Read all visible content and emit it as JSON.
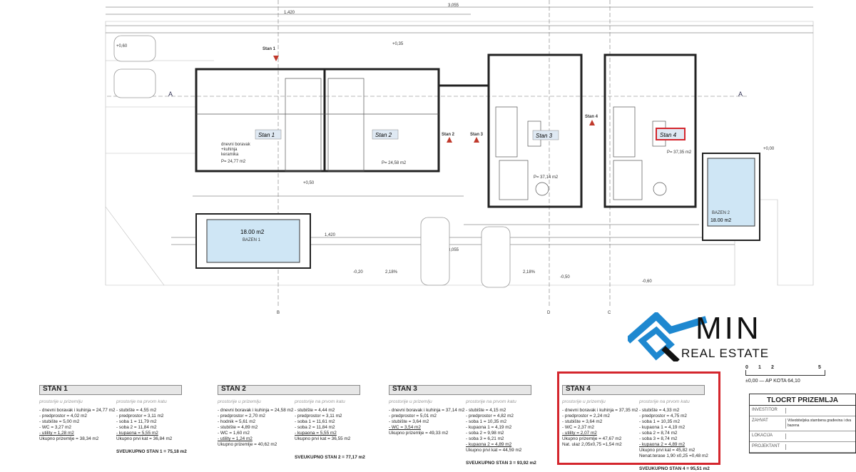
{
  "plan": {
    "dims_top": [
      "3,055",
      "1,420"
    ],
    "dims_bottom": [
      "1,420",
      "3,055"
    ],
    "units": [
      {
        "label": "Stan 1",
        "area": "P= 24,77 m2"
      },
      {
        "label": "Stan 2",
        "area": "P= 24,58 m2"
      },
      {
        "label": "Stan 3",
        "area": "P= 37,14 m2"
      },
      {
        "label": "Stan 4",
        "area": "P= 37,35 m2"
      }
    ],
    "room_desc": [
      "dnevni boravak",
      "+kuhinja",
      "keramika"
    ],
    "entry_labels": [
      "Stan 1",
      "Stan 2",
      "Stan 3",
      "Stan 4"
    ],
    "pools": [
      {
        "area": "18.00 m2",
        "name": "BAZEN 1"
      },
      {
        "area": "18.00 m2",
        "name": "BAZEN 2"
      }
    ],
    "section_marks": [
      "A",
      "A"
    ],
    "axis_marks": [
      "B",
      "D",
      "C"
    ],
    "slopes": [
      "2,18%",
      "2,18%"
    ],
    "levels": [
      "+0,60",
      "+0,35",
      "+0,50",
      "-0,20",
      "-0,50",
      "-0,60",
      "+0,00"
    ]
  },
  "tables": [
    {
      "title": "STAN 1",
      "ground_label": "prostorije u prizemlju",
      "first_label": "prostorije na prvom katu",
      "ground": [
        "- dnevni boravak i kuhinja = 24,77 m2",
        "- predprostor = 4,02 m2",
        "- stubište = 5,00 m2",
        "- WC  = 3,27 m2",
        "- utility  = 1,28 m2"
      ],
      "ground_total": "Ukupno prizemlje  = 38,34 m2",
      "ground_extra": "",
      "first": [
        "- stubište = 4,55 m2",
        "- predprostor  = 3,11 m2",
        "- soba 1 = 11,79 m2",
        "- soba 2 = 11,84 m2",
        "- kupaona  = 5,55 m2"
      ],
      "first_total": "Ukupno prvi kat = 36,84 m2",
      "first_extra": "",
      "grand": "SVEUKUPNO STAN 1 = 75,18 m2"
    },
    {
      "title": "STAN 2",
      "ground_label": "prostorije u prizemlju",
      "first_label": "prostorije na prvom katu",
      "ground": [
        "- dnevni boravak i kuhinja = 24,58 m2",
        "- predprostor = 2,70 m2",
        "- hodnik = 5,61 m2",
        "- stubište = 4,89 m2",
        "- WC  = 1,60 m2",
        "- utility  = 1,24 m2"
      ],
      "ground_total": "Ukupno prizemlje  = 40,62 m2",
      "ground_extra": "",
      "first": [
        "- stubište = 4,44 m2",
        "- predprostor  = 3,11 m2",
        "- soba 1 = 11,61 m2",
        "- soba 2 = 11,84 m2",
        "- kupaona  = 5,55 m2"
      ],
      "first_total": "Ukupno prvi kat = 36,55 m2",
      "first_extra": "",
      "grand": "SVEUKUPNO STAN 2 = 77,17 m2"
    },
    {
      "title": "STAN 3",
      "ground_label": "prostorije u prizemlju",
      "first_label": "prostorije na prvom katu",
      "ground": [
        "- dnevni boravak i kuhinja = 37,14 m2",
        "- predprostor = 5,01 m2",
        "- stubište = 3,64 m2",
        "- WC = 3,54 m2"
      ],
      "ground_total": "Ukupno prizemlje  = 49,33 m2",
      "ground_extra": "",
      "first": [
        "- stubište = 4,15 m2",
        "- predprostor  = 4,82 m2",
        "- soba 1 = 10,35 m2",
        "- kupaona 1 = 4,19 m2",
        "- soba 2 = 9,98 m2",
        "- soba 3 = 6,21 m2",
        "- kupaona 2 = 4,89 m2"
      ],
      "first_total": "Ukupno prvi kat = 44,59 m2",
      "first_extra": "",
      "grand": "SVEUKUPNO STAN 3 = 93,92 m2"
    },
    {
      "title": "STAN 4",
      "ground_label": "prostorije u prizemlju",
      "first_label": "prostorije na prvom katu",
      "ground": [
        "- dnevni boravak i kuhinja = 37,35 m2",
        "- predprostor = 2,24 m2",
        "- stubište = 3,64 m2",
        "- WC  = 2,37 m2",
        "- utility  = 2,07 m2"
      ],
      "ground_total": "Ukupno prizemlje  = 47,67 m2",
      "ground_extra": "Nat. ulaz 2,05x0,75 =1,54 m2",
      "first": [
        "- stubište = 4,33 m2",
        "- predprostor  = 4,75 m2",
        "- soba 1 = 10,35 m2",
        "- kupaona 1 = 4,19 m2",
        "- soba 2 = 8,74 m2",
        "- soba 3 = 8,74 m2",
        "- kupaona 2 = 4,89 m2"
      ],
      "first_total": "Ukupno prvi kat = 45,82 m2",
      "first_extra": "Nenat.terase 1,90 x0,25 =0,48 m2",
      "grand": "SVEUKUPNO STAN 4 = 95,51 m2"
    }
  ],
  "scale": {
    "ticks": [
      "0",
      "1",
      "2",
      "5"
    ],
    "level": "±0,00",
    "level_text": "AP KOTA 64,10"
  },
  "titleblock": {
    "title": "TLOCRT PRIZEMLJA",
    "rows": [
      {
        "k": "INVESTITOR",
        "v": ""
      },
      {
        "k": "ZAHVAT",
        "v": "Višeobiteljska stambena građevina i dva bazena"
      },
      {
        "k": "LOKACIJA",
        "v": ""
      },
      {
        "k": "PROJEKTANT",
        "v": ""
      }
    ]
  },
  "logo": {
    "name": "MIN",
    "sub": "REAL ESTATE"
  },
  "colors": {
    "highlight": "#d4262d",
    "pool": "#cfe6f5",
    "logo_blue": "#1e88d0"
  }
}
